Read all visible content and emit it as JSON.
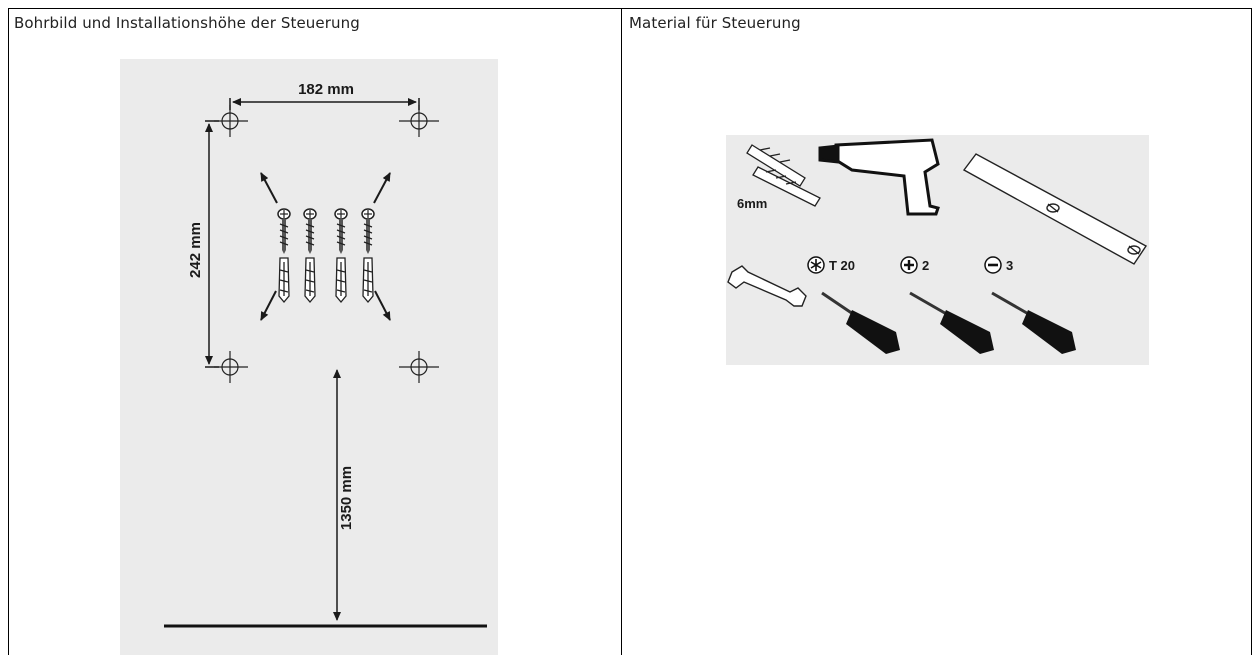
{
  "left_cell": {
    "title": "Bohrbild und Installationshöhe der Steuerung",
    "dimension_width": "182 mm",
    "dimension_height": "242 mm",
    "dimension_install_height": "1350 mm",
    "background_color": "#ebebeb"
  },
  "right_cell": {
    "title": "Material für Steuerung",
    "drill_bit_size": "6mm",
    "screwdriver_torx": "T 20",
    "screwdriver_phillips": "2",
    "screwdriver_flat": "3",
    "background_color": "#ebebeb"
  }
}
